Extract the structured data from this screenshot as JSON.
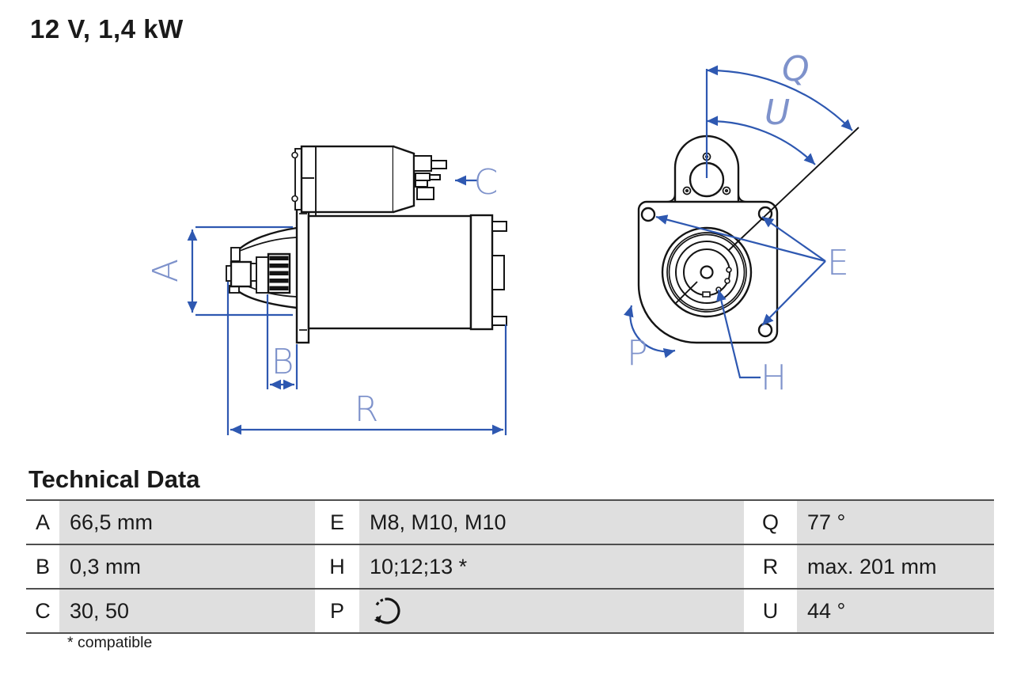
{
  "title": "12 V, 1,4 kW",
  "section_heading": "Technical Data",
  "footnote": "* compatible",
  "drawing": {
    "dim_labels": {
      "A": "A",
      "B": "B",
      "C": "C",
      "R": "R",
      "Q": "Q",
      "U": "U",
      "E": "E",
      "P": "P",
      "H": "H"
    },
    "colors": {
      "annotation_line": "#2e58b1",
      "annotation_label": "#7e92cb",
      "part_outline": "#141414"
    }
  },
  "table": {
    "rows": [
      {
        "cells": [
          {
            "key": "A",
            "value": "66,5 mm"
          },
          {
            "key": "E",
            "value": "M8, M10, M10"
          },
          {
            "key": "Q",
            "value": "77 °"
          }
        ]
      },
      {
        "cells": [
          {
            "key": "B",
            "value": "0,3 mm"
          },
          {
            "key": "H",
            "value": "10;12;13 *"
          },
          {
            "key": "R",
            "value": "max. 201 mm"
          }
        ]
      },
      {
        "cells": [
          {
            "key": "C",
            "value": "30, 50"
          },
          {
            "key": "P",
            "value": "",
            "icon": "rotation-direction-icon"
          },
          {
            "key": "U",
            "value": "44 °"
          }
        ]
      }
    ]
  },
  "colors": {
    "table_row_bg": "#dfdfdf",
    "table_line": "#4f4f4f",
    "text": "#1a1a1a"
  }
}
